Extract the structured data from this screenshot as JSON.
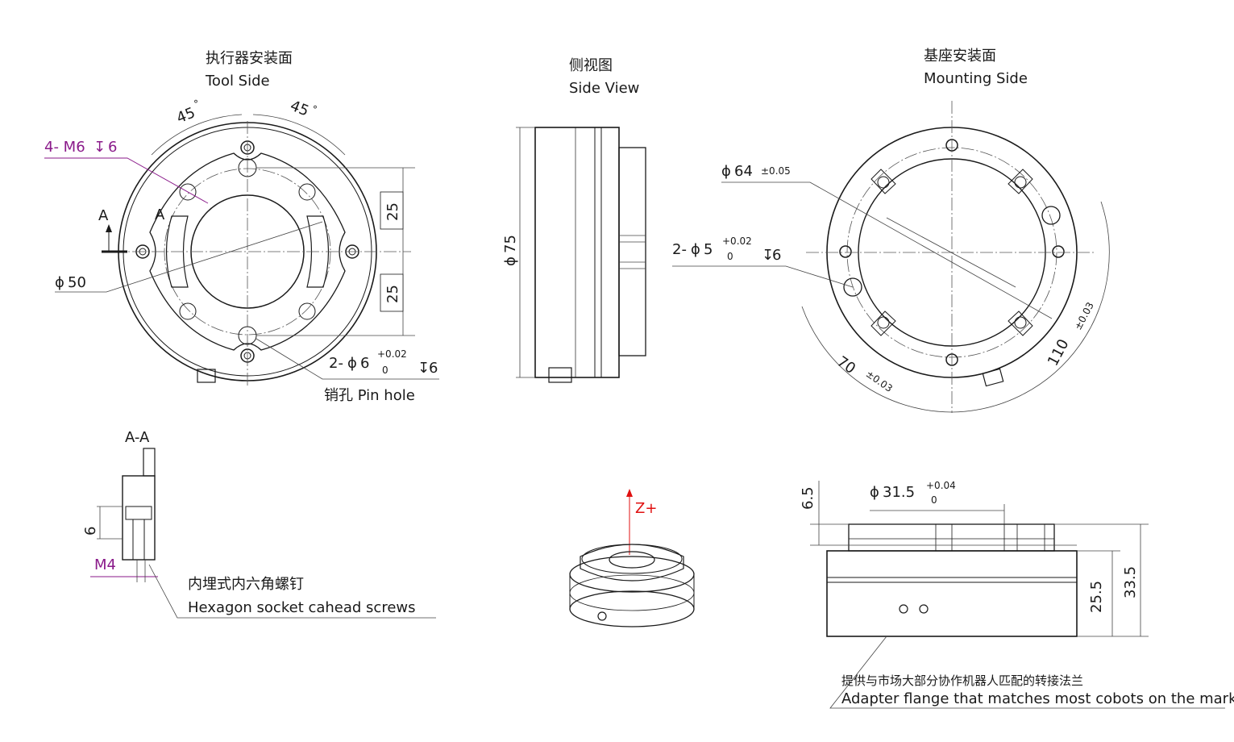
{
  "views": {
    "tool_side": {
      "title_cn": "执行器安装面",
      "title_en": "Tool Side"
    },
    "side_view": {
      "title_cn": "侧视图",
      "title_en": "Side View"
    },
    "mounting_side": {
      "title_cn": "基座安装面",
      "title_en": "Mounting Side"
    },
    "section": {
      "title": "A-A"
    }
  },
  "tool_side_dims": {
    "angle_left": "45",
    "angle_right": "45",
    "deg": "°",
    "thread": "4- M6",
    "thread_depth": "6",
    "dia50": "50",
    "dim_25_upper": "25",
    "dim_25_lower": "25",
    "pin_prefix": "2-",
    "pin_dia": "6",
    "pin_tol_upper": "+0.02",
    "pin_tol_lower": "0",
    "pin_depth": "6",
    "pin_hole": "销孔 Pin hole",
    "section_mark": "A"
  },
  "side_view_dims": {
    "dia75": "75"
  },
  "mounting_dims": {
    "dia64": "64",
    "dia64_tol": "±0.05",
    "pin_prefix": "2-",
    "pin_dia": "5",
    "pin_tol_upper": "+0.02",
    "pin_tol_lower": "0",
    "pin_depth": "6",
    "angle70": "70",
    "angle70_tol": "±0.03",
    "angle110": "110",
    "angle110_tol": "±0.03"
  },
  "section_dims": {
    "depth": "6",
    "screw": "M4",
    "screw_cn": "内埋式内六角螺钉",
    "screw_en": "Hexagon socket cahead screws"
  },
  "iso_view": {
    "axis": "Z+"
  },
  "adapter": {
    "dim_6_5": "6.5",
    "dia31_5": "31.5",
    "tol_upper": "+0.04",
    "tol_lower": "0",
    "h25_5": "25.5",
    "h33_5": "33.5",
    "label_cn": "提供与市场大部分协作机器人匹配的转接法兰",
    "label_en": "Adapter flange that matches most cobots on the market"
  },
  "symbols": {
    "diameter": "ϕ",
    "depth": "↧"
  },
  "colors": {
    "line": "#1a1a1a",
    "accent_magenta": "#8a1a8a",
    "axis_red": "#e01010"
  }
}
